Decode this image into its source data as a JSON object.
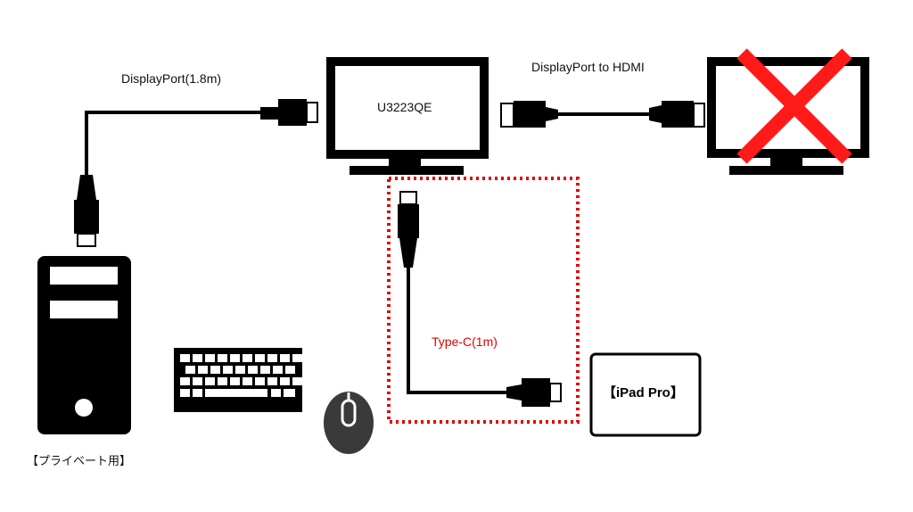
{
  "labels": {
    "dp_cable": "DisplayPort(1.8m)",
    "dp_hdmi": "DisplayPort to HDMI",
    "monitor": "U3223QE",
    "typec": "Type-C(1m)",
    "ipad": "【iPad Pro】",
    "pc": "【プライベート用】"
  },
  "colors": {
    "device": "#000000",
    "cross": "#ff1a1a",
    "dotted_box": "#e00000",
    "typec_label": "#e00000",
    "mouse": "#3a3a3a"
  },
  "icons": {
    "main_monitor": "monitor-icon",
    "second_monitor": "monitor-icon",
    "cross": "cross-icon",
    "pc": "desktop-tower-icon",
    "keyboard": "keyboard-icon",
    "mouse": "mouse-icon",
    "tablet": "tablet-icon"
  }
}
